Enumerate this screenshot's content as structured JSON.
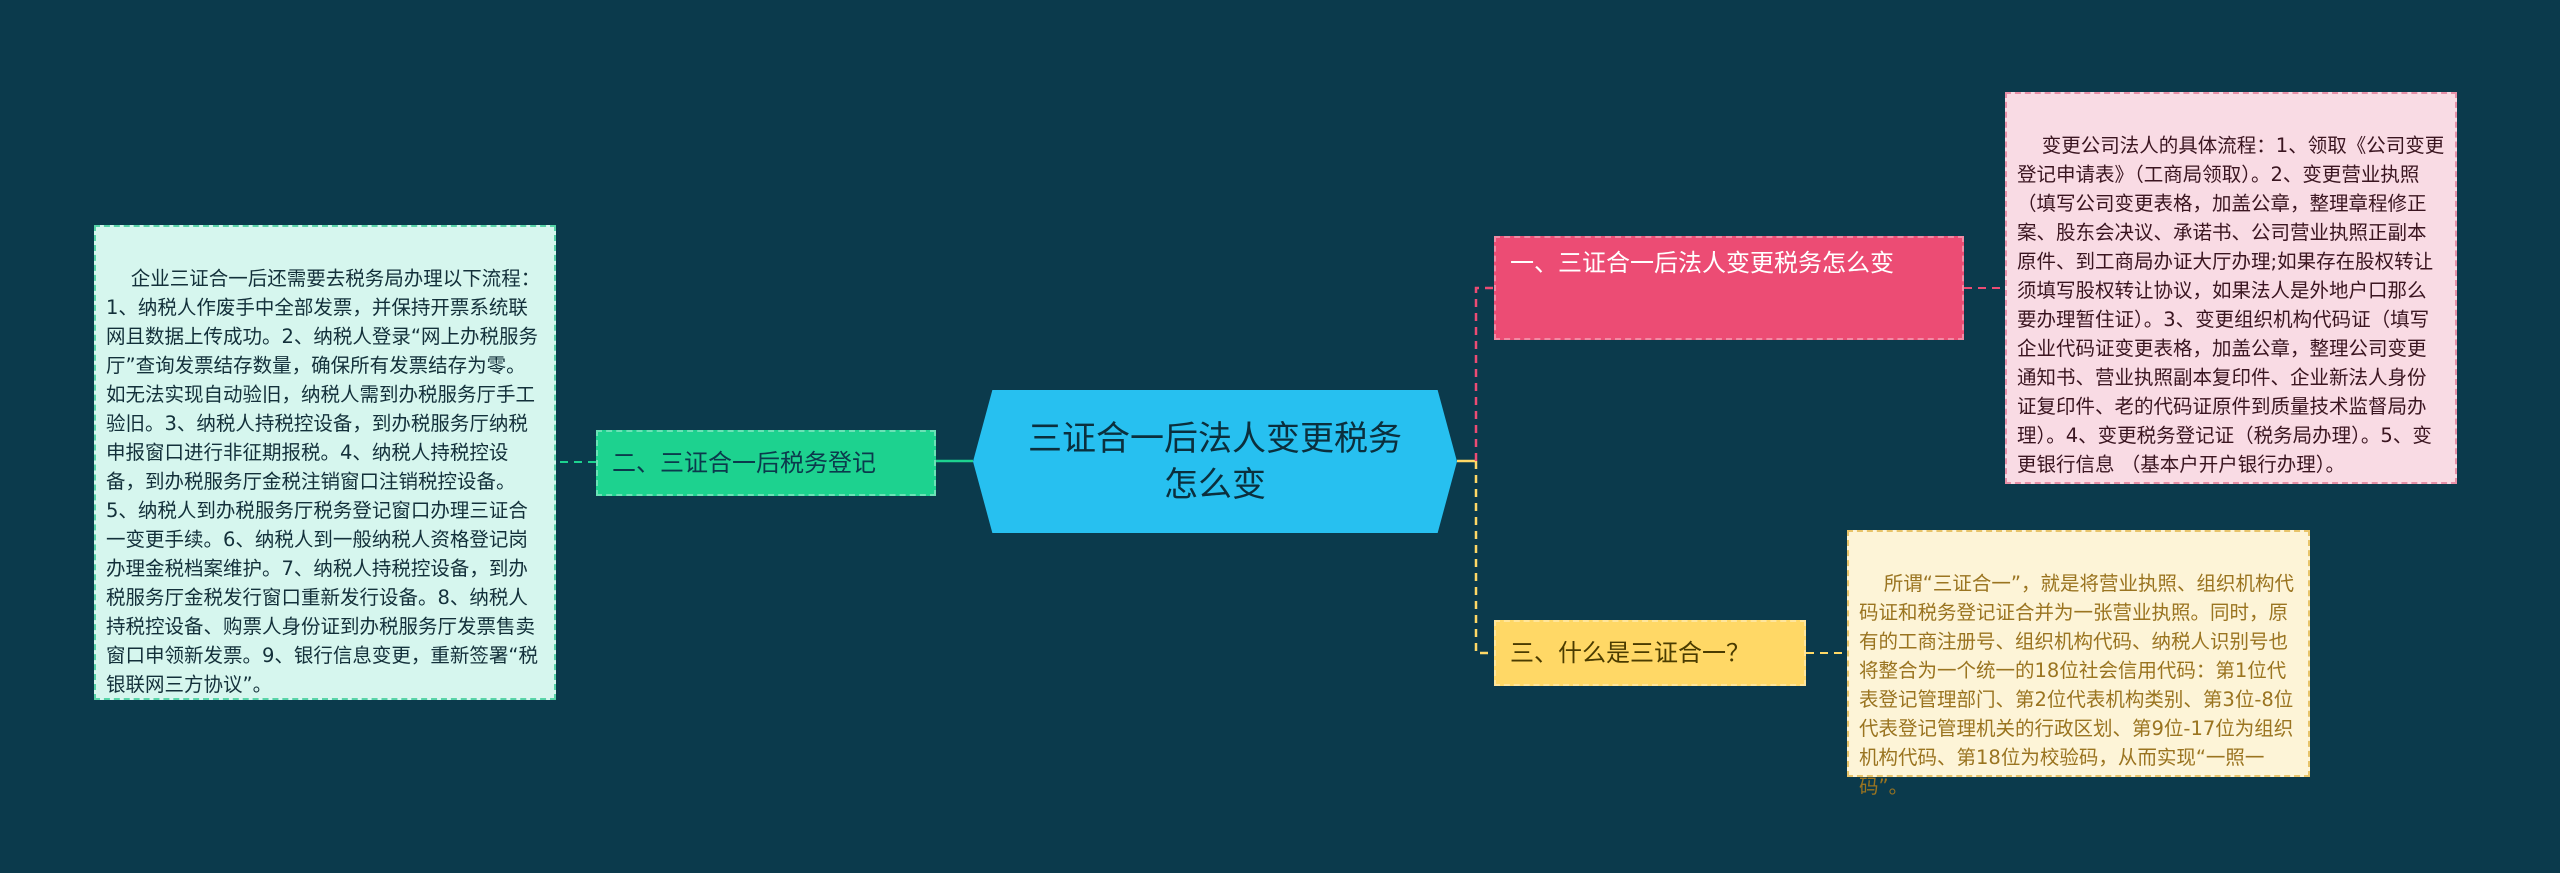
{
  "center": {
    "title": "三证合一后法人变更税务怎么变"
  },
  "branches": [
    {
      "label": "一、三证合一后法人变更税务怎么变"
    },
    {
      "label": "二、三证合一后税务登记"
    },
    {
      "label": "三、什么是三证合一？"
    }
  ],
  "leaves": {
    "change_process": "变更公司法人的具体流程：1、领取《公司变更登记申请表》（工商局领取）。2、变更营业执照（填写公司变更表格，加盖公章，整理章程修正案、股东会决议、承诺书、公司营业执照正副本原件、到工商局办证大厅办理;如果存在股权转让须填写股权转让协议，如果法人是外地户口那么要办理暂住证）。3、变更组织机构代码证（填写企业代码证变更表格，加盖公章，整理公司变更通知书、营业执照副本复印件、企业新法人身份证复印件、老的代码证原件到质量技术监督局办理）。4、变更税务登记证（税务局办理）。5、变更银行信息 （基本户开户银行办理）。",
    "tax_registration": "企业三证合一后还需要去税务局办理以下流程：1、纳税人作废手中全部发票，并保持开票系统联网且数据上传成功。2、纳税人登录“网上办税服务厅”查询发票结存数量，确保所有发票结存为零。如无法实现自动验旧，纳税人需到办税服务厅手工验旧。3、纳税人持税控设备，到办税服务厅纳税申报窗口进行非征期报税。4、纳税人持税控设备，到办税服务厅金税注销窗口注销税控设备。5、纳税人到办税服务厅税务登记窗口办理三证合一变更手续。6、纳税人到一般纳税人资格登记岗办理金税档案维护。7、纳税人持税控设备，到办税服务厅金税发行窗口重新发行设备。8、纳税人持税控设备、购票人身份证到办税服务厅发票售卖窗口申领新发票。9、银行信息变更，重新签署“税银联网三方协议”。",
    "what_is": "所谓“三证合一”，就是将营业执照、组织机构代码证和税务登记证合并为一张营业执照。同时，原有的工商注册号、组织机构代码、纳税人识别号也将整合为一个统一的18位社会信用代码：第1位代表登记管理部门、第2位代表机构类别、第3位-8位代表登记管理机关的行政区划、第9位-17位为组织机构代码、第18位为校验码，从而实现“一照一码”。"
  },
  "colors": {
    "background": "#0b3a4c",
    "center": "#27c0f0",
    "branch1": "#ec4c74",
    "branch2": "#1dd28f",
    "branch3": "#ffd866"
  }
}
